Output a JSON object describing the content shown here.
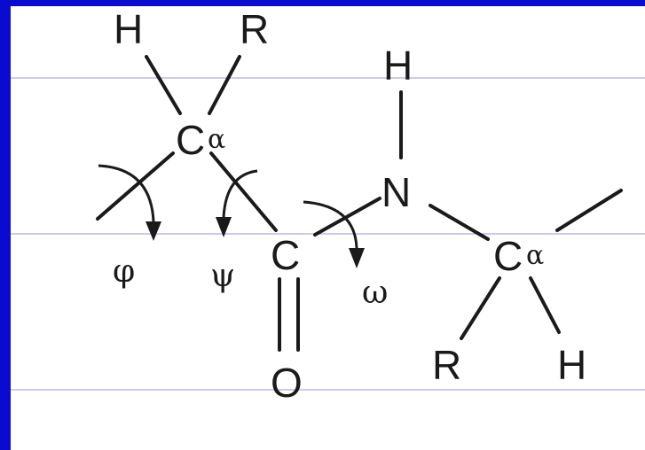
{
  "colors": {
    "slide_background": "#0a0ad0",
    "panel": "#ffffff",
    "rule_lines": "#9a9ad6",
    "ink": "#1a1a1a"
  },
  "atoms": {
    "h_top_left": "H",
    "r_top": "R",
    "calpha_1": "C",
    "carbonyl_c": "C",
    "carbonyl_o": "O",
    "nitrogen": "N",
    "h_on_n": "H",
    "calpha_2": "C",
    "r_bottom": "R",
    "h_bottom_right": "H"
  },
  "subscripts": {
    "alpha_1": "α",
    "alpha_2": "α"
  },
  "torsion_labels": {
    "phi": "φ",
    "psi": "ψ",
    "omega": "ω"
  }
}
